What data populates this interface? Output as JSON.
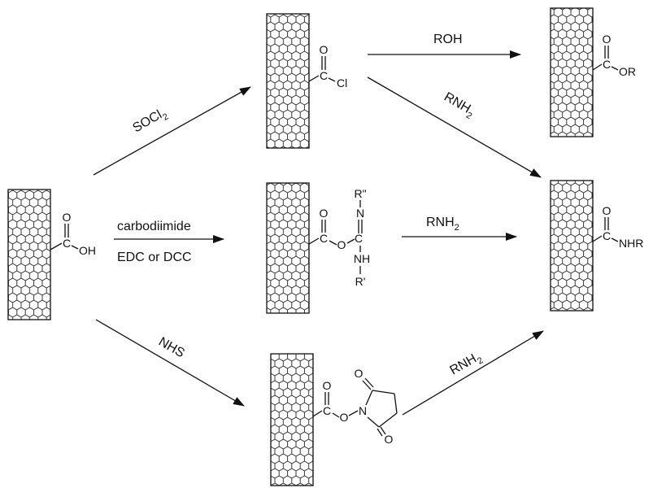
{
  "reagents": {
    "socl2": {
      "main": "SOCl",
      "sub": "2"
    },
    "roh": "ROH",
    "rnh2_top": {
      "main": "RNH",
      "sub": "2"
    },
    "carbodiimide": "carbodiimide",
    "edc_dcc": "EDC or DCC",
    "rnh2_mid": {
      "main": "RNH",
      "sub": "2"
    },
    "nhs": "NHS",
    "rnh2_bottom": {
      "main": "RNH",
      "sub": "2"
    }
  },
  "atoms": {
    "o": "O",
    "c": "C",
    "oh": "OH",
    "cl": "Cl",
    "or": "OR",
    "nhr": "NHR",
    "n": "N",
    "nh": "NH",
    "r_double": "R\"",
    "r_single": "R'"
  }
}
